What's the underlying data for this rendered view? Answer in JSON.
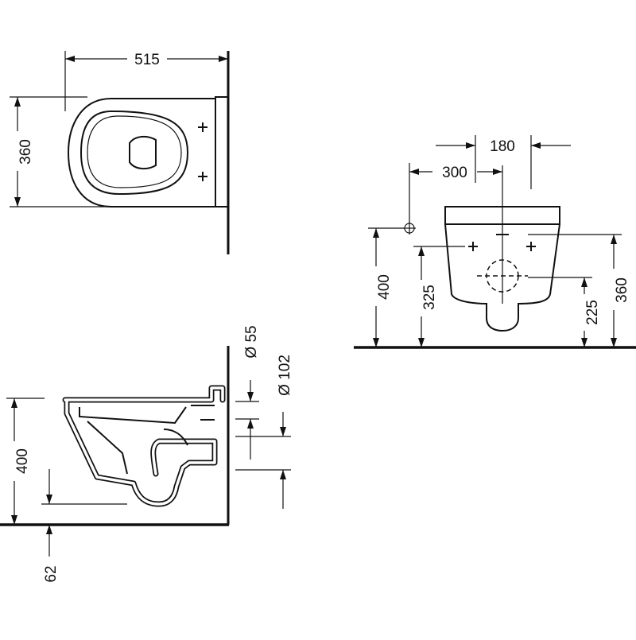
{
  "top_view": {
    "width_label": "515",
    "depth_label": "360"
  },
  "front_view": {
    "spacing_label": "180",
    "offset_label": "300",
    "height_label_left": "400",
    "inlet_label": "325",
    "outlet_label": "225",
    "height_label_right": "360"
  },
  "side_view": {
    "diameter_small_label": "Ø 55",
    "diameter_large_label": "Ø 102",
    "height_label": "400",
    "floor_offset_label": "62"
  },
  "colors": {
    "line": "#111111",
    "background": "#ffffff"
  }
}
